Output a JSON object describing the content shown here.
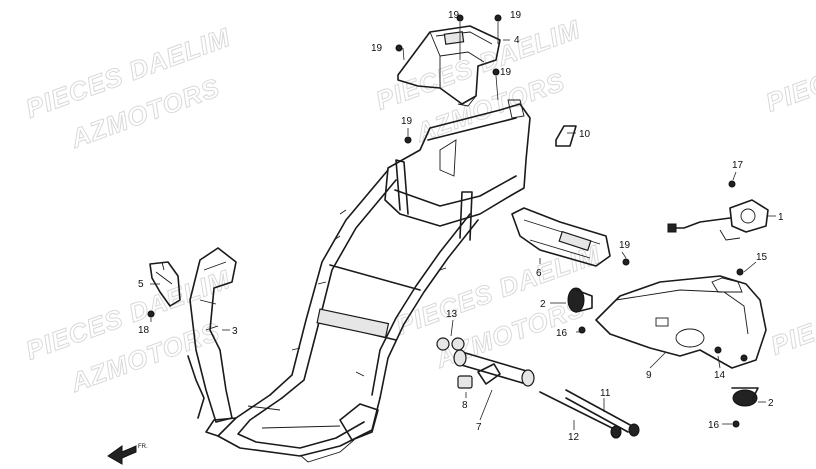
{
  "watermarks": [
    "PIECES DAELIM",
    "AZMOTORS",
    "PIECES DAELIM",
    "AZMOTORS",
    "PIECES DAELIM",
    "AZMOTORS",
    "PIECES DAELIM",
    "AZMOTORS",
    "PIECES",
    "PIE"
  ],
  "callouts": [
    "19",
    "19",
    "4",
    "19",
    "19",
    "19",
    "10",
    "17",
    "1",
    "19",
    "6",
    "15",
    "5",
    "2",
    "13",
    "16",
    "18",
    "3",
    "9",
    "14",
    "11",
    "2",
    "8",
    "7",
    "12",
    "16"
  ],
  "front_label": "FR."
}
